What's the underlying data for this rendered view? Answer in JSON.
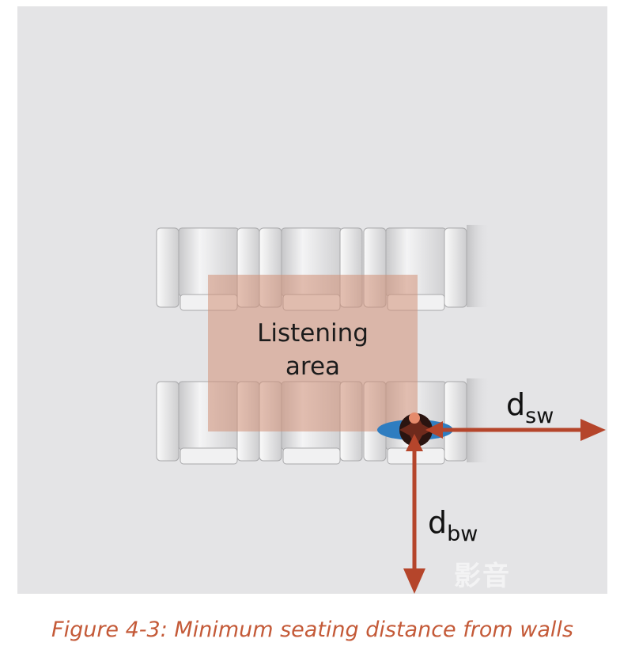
{
  "figure": {
    "listening_area_label": "Listening\narea",
    "side_wall_label": "d",
    "side_wall_sub": "sw",
    "back_wall_label": "d",
    "back_wall_sub": "bw",
    "caption": "Figure 4-3: Minimum seating distance from walls",
    "watermark": "影音"
  },
  "colors": {
    "room": "#e4e4e6",
    "listening_area": "#d9a08c",
    "arrow": "#b5452b",
    "listener_ring": "#2f7dc0",
    "caption": "#c45a38"
  },
  "icons": [
    "sofa-icon",
    "listener-head-icon",
    "arrow-right-icon",
    "arrow-down-icon"
  ]
}
